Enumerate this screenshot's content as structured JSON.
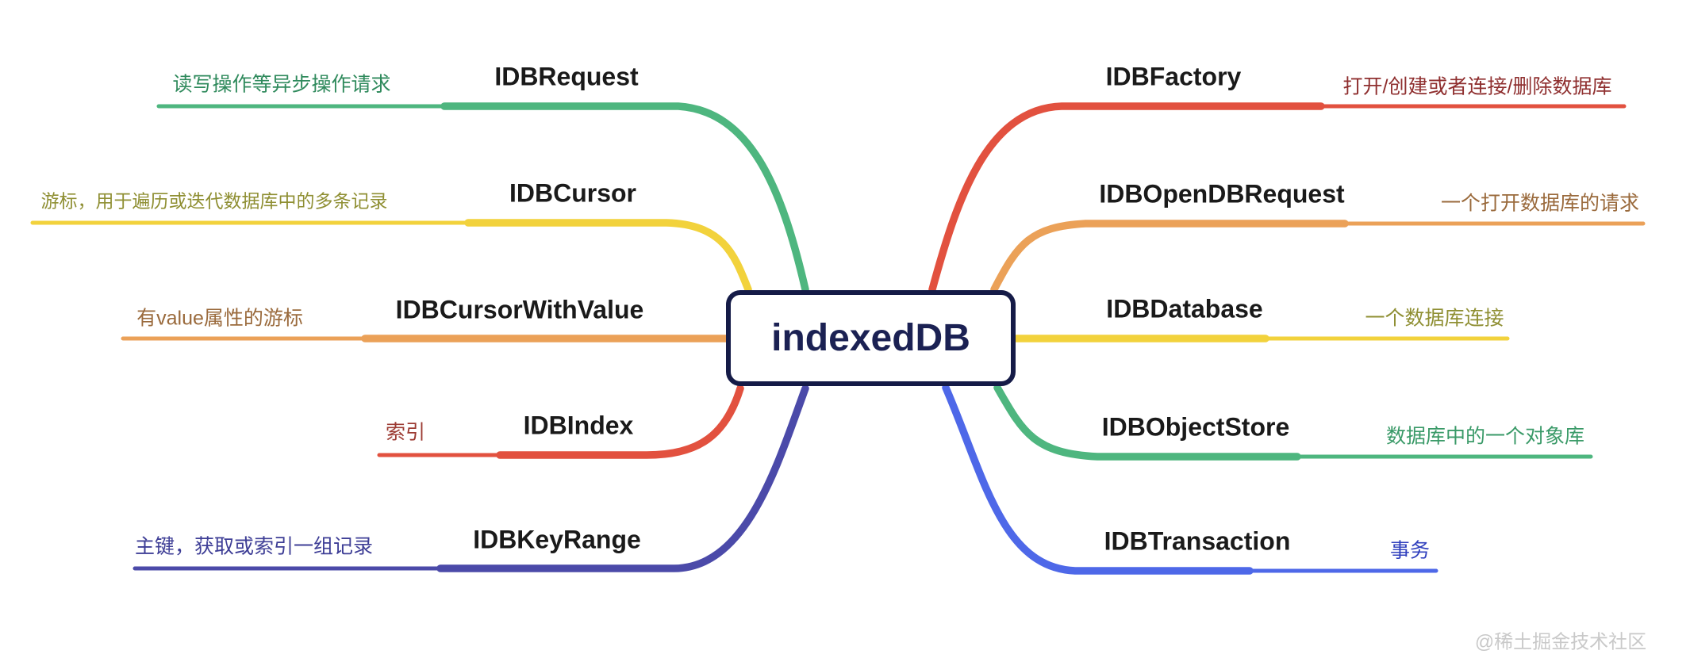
{
  "page": {
    "background": "#ffffff",
    "watermark": "@稀土掘金技术社区"
  },
  "center": {
    "title": "indexedDB",
    "border_color": "#151b47",
    "text_color": "#1b2153"
  },
  "branches": {
    "left": [
      {
        "title": "IDBRequest",
        "note": "读写操作等异步操作请求",
        "line_color": "#4eb67f",
        "note_color": "#2f8a5c"
      },
      {
        "title": "IDBCursor",
        "note": "游标，用于遍历或迭代数据库中的多条记录",
        "line_color": "#f2d23c",
        "note_color": "#8f8f33"
      },
      {
        "title": "IDBCursorWithValue",
        "note": "有value属性的游标",
        "line_color": "#eba158",
        "note_color": "#9a6a3c"
      },
      {
        "title": "IDBIndex",
        "note": "索引",
        "line_color": "#e2513f",
        "note_color": "#9c3a32"
      },
      {
        "title": "IDBKeyRange",
        "note": "主键，获取或索引一组记录",
        "line_color": "#4b4aa9",
        "note_color": "#3e3e96"
      }
    ],
    "right": [
      {
        "title": "IDBFactory",
        "note": "打开/创建或者连接/删除数据库",
        "line_color": "#e2513f",
        "note_color": "#8f2f2f"
      },
      {
        "title": "IDBOpenDBRequest",
        "note": "一个打开数据库的请求",
        "line_color": "#eba158",
        "note_color": "#9a6a3c"
      },
      {
        "title": "IDBDatabase",
        "note": "一个数据库连接",
        "line_color": "#f2d23c",
        "note_color": "#8f8f33"
      },
      {
        "title": "IDBObjectStore",
        "note": "数据库中的一个对象库",
        "line_color": "#4eb67f",
        "note_color": "#3a9a68"
      },
      {
        "title": "IDBTransaction",
        "note": "事务",
        "line_color": "#4e68e8",
        "note_color": "#2f3fbd"
      }
    ]
  }
}
